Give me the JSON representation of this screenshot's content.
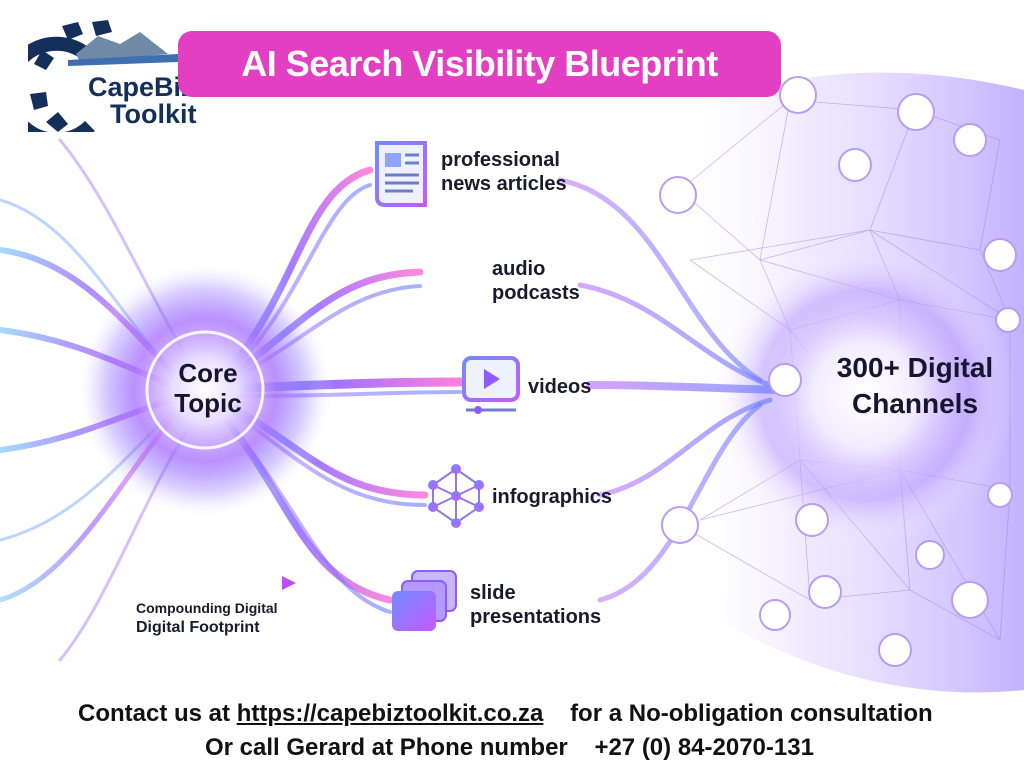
{
  "title": "AI Search Visibility Blueprint",
  "logo": {
    "line1": "CapeBiz",
    "line2": "Toolkit"
  },
  "core": {
    "line1": "Core",
    "line2": "Topic"
  },
  "channels": [
    {
      "line1": "professional",
      "line2": "news articles",
      "icon": "document-icon"
    },
    {
      "line1": "audio",
      "line2": "podcasts",
      "icon": "soundwave-icon"
    },
    {
      "line1": "videos",
      "line2": "",
      "icon": "video-play-icon"
    },
    {
      "line1": "infographics",
      "line2": "",
      "icon": "network-graph-icon"
    },
    {
      "line1": "slide",
      "line2": "presentations",
      "icon": "slides-stack-icon"
    }
  ],
  "destination": {
    "line1": "300+ Digital",
    "line2": "Channels"
  },
  "footprint": {
    "line1": "Compounding Digital",
    "line2": "Digital Footprint"
  },
  "contact": {
    "line1_prefix": "Contact us at",
    "url": "https://capebiztoolkit.co.za",
    "line1_suffix": "for a No-obligation consultation",
    "line2_prefix": "Or call Gerard at Phone number",
    "phone": "+27 (0) 84-2070-131"
  },
  "colors": {
    "title_bg": "#e33fc3",
    "accent_purple": "#8a4dff",
    "accent_blue": "#3f6fff",
    "logo_navy": "#14305a"
  }
}
